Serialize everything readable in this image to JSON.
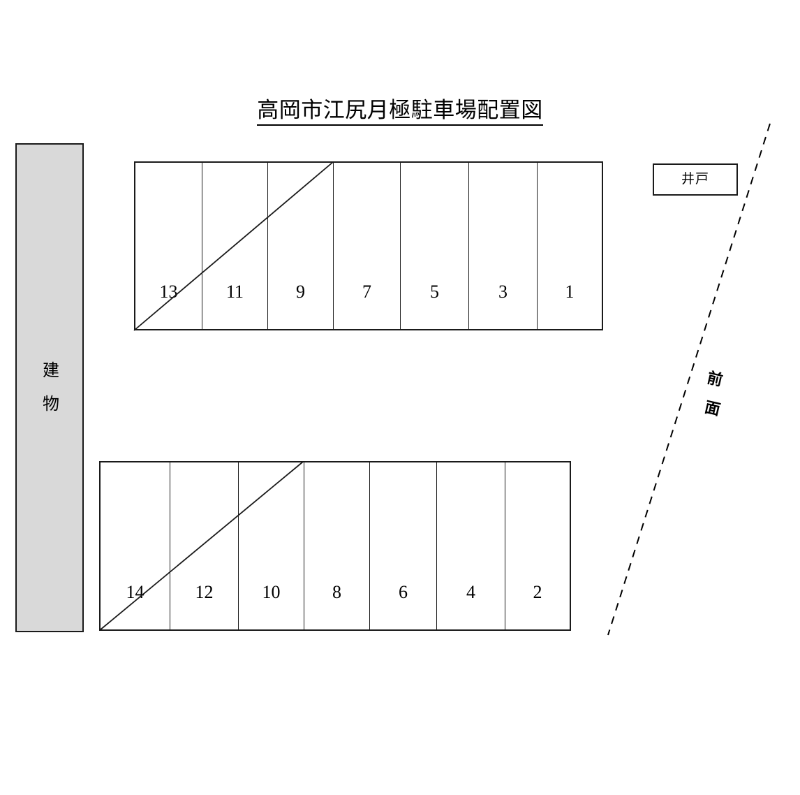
{
  "document": {
    "title": "高岡市江尻月極駐車場配置図",
    "title_underlined": true
  },
  "building": {
    "label_chars": [
      "建",
      "物"
    ],
    "label": "建物",
    "fill_color": "#d9d9d9",
    "border_color": "#1a1a1a"
  },
  "well": {
    "label": "井戸"
  },
  "frontage": {
    "label": "前面",
    "chars": [
      "前",
      "面"
    ]
  },
  "boundary": {
    "style": "dashed",
    "color": "#000000"
  },
  "parking": {
    "total_stalls": 14,
    "rows": [
      {
        "id": "row-top",
        "name": "odd-stalls-row",
        "stalls": [
          {
            "number": "13",
            "crossed_out": true
          },
          {
            "number": "11",
            "crossed_out": false
          },
          {
            "number": "9",
            "crossed_out": false
          },
          {
            "number": "7",
            "crossed_out": false
          },
          {
            "number": "5",
            "crossed_out": false
          },
          {
            "number": "3",
            "crossed_out": false
          },
          {
            "number": "1",
            "crossed_out": false
          }
        ]
      },
      {
        "id": "row-bottom",
        "name": "even-stalls-row",
        "stalls": [
          {
            "number": "14",
            "crossed_out": true
          },
          {
            "number": "12",
            "crossed_out": false
          },
          {
            "number": "10",
            "crossed_out": false
          },
          {
            "number": "8",
            "crossed_out": false
          },
          {
            "number": "6",
            "crossed_out": false
          },
          {
            "number": "4",
            "crossed_out": false
          },
          {
            "number": "2",
            "crossed_out": false
          }
        ]
      }
    ]
  }
}
